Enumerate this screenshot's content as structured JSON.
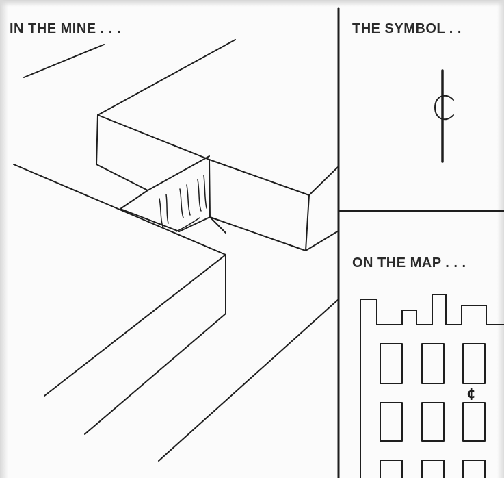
{
  "panels": {
    "mine": {
      "caption": "IN THE MINE . . ."
    },
    "symbol": {
      "caption": "THE SYMBOL . .",
      "glyph": "centerline-symbol"
    },
    "map": {
      "caption": "ON THE MAP . . .",
      "marker": "¢"
    }
  }
}
